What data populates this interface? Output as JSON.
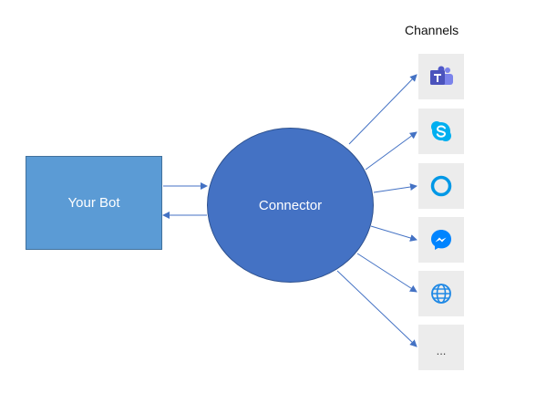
{
  "title": "Channels",
  "bot": {
    "label": "Your Bot"
  },
  "connector": {
    "label": "Connector"
  },
  "channels": [
    {
      "icon": "microsoft-teams-icon",
      "color": "#5059c9"
    },
    {
      "icon": "skype-icon",
      "color": "#00aff0"
    },
    {
      "icon": "cortana-icon",
      "color": "#0098e6"
    },
    {
      "icon": "messenger-icon",
      "color": "#0084ff"
    },
    {
      "icon": "web-globe-icon",
      "color": "#1e88e5"
    },
    {
      "icon": "more-icon",
      "label": "..."
    }
  ],
  "colors": {
    "bot_fill": "#5b9bd5",
    "connector_fill": "#4472c4",
    "arrow": "#4472c4"
  }
}
